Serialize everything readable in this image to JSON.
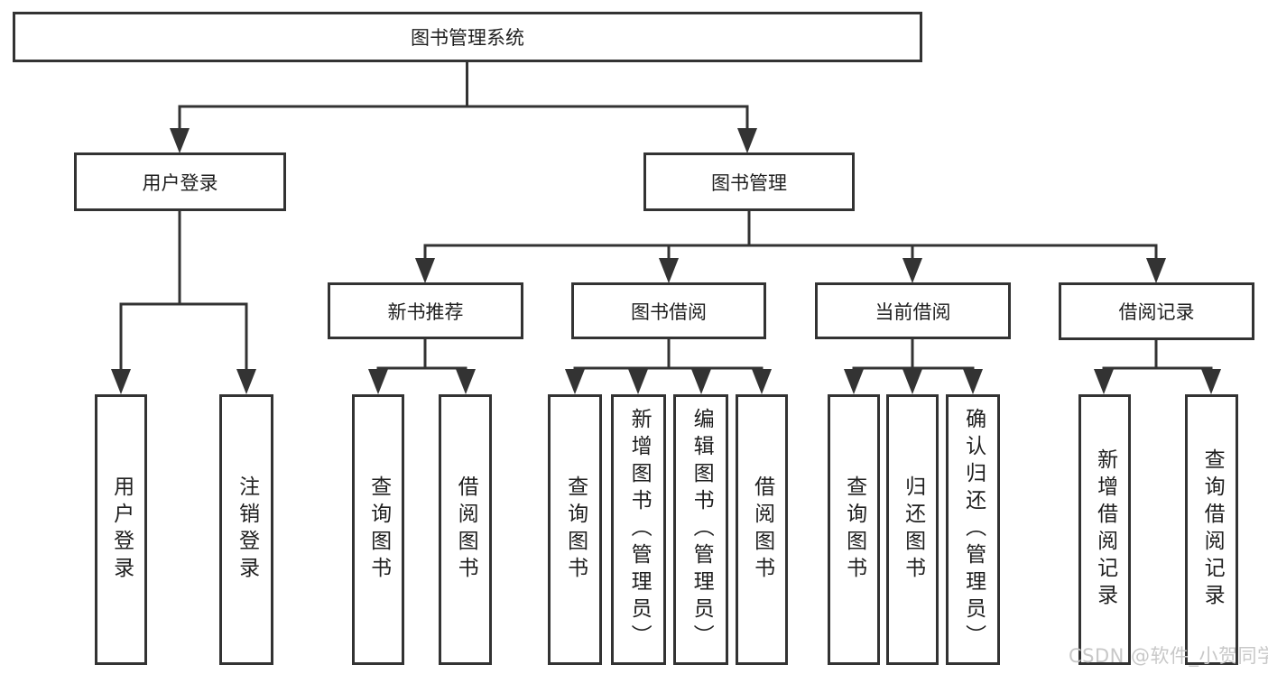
{
  "diagram": {
    "root_label": "图书管理系统",
    "level1": [
      {
        "label": "用户登录"
      },
      {
        "label": "图书管理"
      }
    ],
    "level2": [
      {
        "label": "新书推荐"
      },
      {
        "label": "图书借阅"
      },
      {
        "label": "当前借阅"
      },
      {
        "label": "借阅记录"
      }
    ],
    "leaves": {
      "user_login": [
        {
          "label": "用户登录"
        },
        {
          "label": "注销登录"
        }
      ],
      "new_book": [
        {
          "label": "查询图书"
        },
        {
          "label": "借阅图书"
        }
      ],
      "book_borrow": [
        {
          "label": "查询图书"
        },
        {
          "label": "新增图书（管理员）"
        },
        {
          "label": "编辑图书（管理员）"
        },
        {
          "label": "借阅图书"
        }
      ],
      "current_borrow": [
        {
          "label": "查询图书"
        },
        {
          "label": "归还图书"
        },
        {
          "label": "确认归还（管理员）"
        }
      ],
      "borrow_record": [
        {
          "label": "新增借阅记录"
        },
        {
          "label": "查询借阅记录"
        }
      ]
    }
  },
  "watermark": {
    "text": "CSDN @软件_小贺同学"
  },
  "colors": {
    "line": "#333333",
    "text": "#1f1f1f",
    "background": "#ffffff",
    "watermark": "#c8c8c8"
  }
}
